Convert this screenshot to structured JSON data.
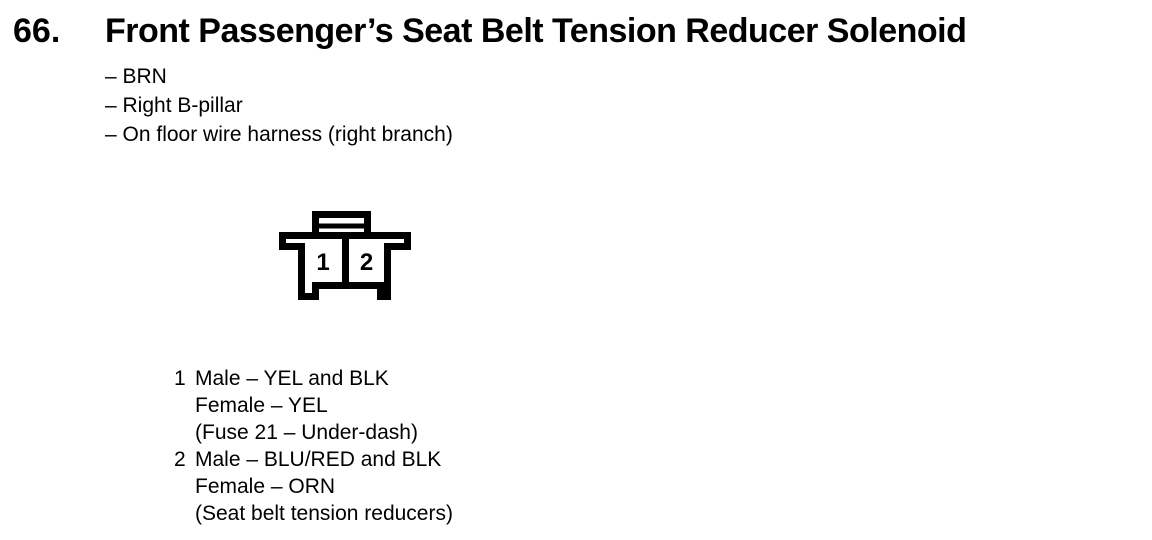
{
  "page": {
    "background": "#ffffff",
    "ink_color": "#000000"
  },
  "header": {
    "index": "66.",
    "title": "Front Passenger’s Seat Belt Tension Reducer Solenoid"
  },
  "details": {
    "items": [
      "– BRN",
      "– Right B-pillar",
      "– On floor wire harness (right branch)"
    ]
  },
  "connector": {
    "cavities": [
      {
        "label": "1"
      },
      {
        "label": "2"
      }
    ]
  },
  "pins": [
    {
      "number": "1",
      "lines": [
        "Male – YEL and BLK",
        "Female – YEL",
        "(Fuse 21 – Under-dash)"
      ]
    },
    {
      "number": "2",
      "lines": [
        "Male – BLU/RED and BLK",
        "Female – ORN",
        "(Seat belt tension reducers)"
      ]
    }
  ]
}
